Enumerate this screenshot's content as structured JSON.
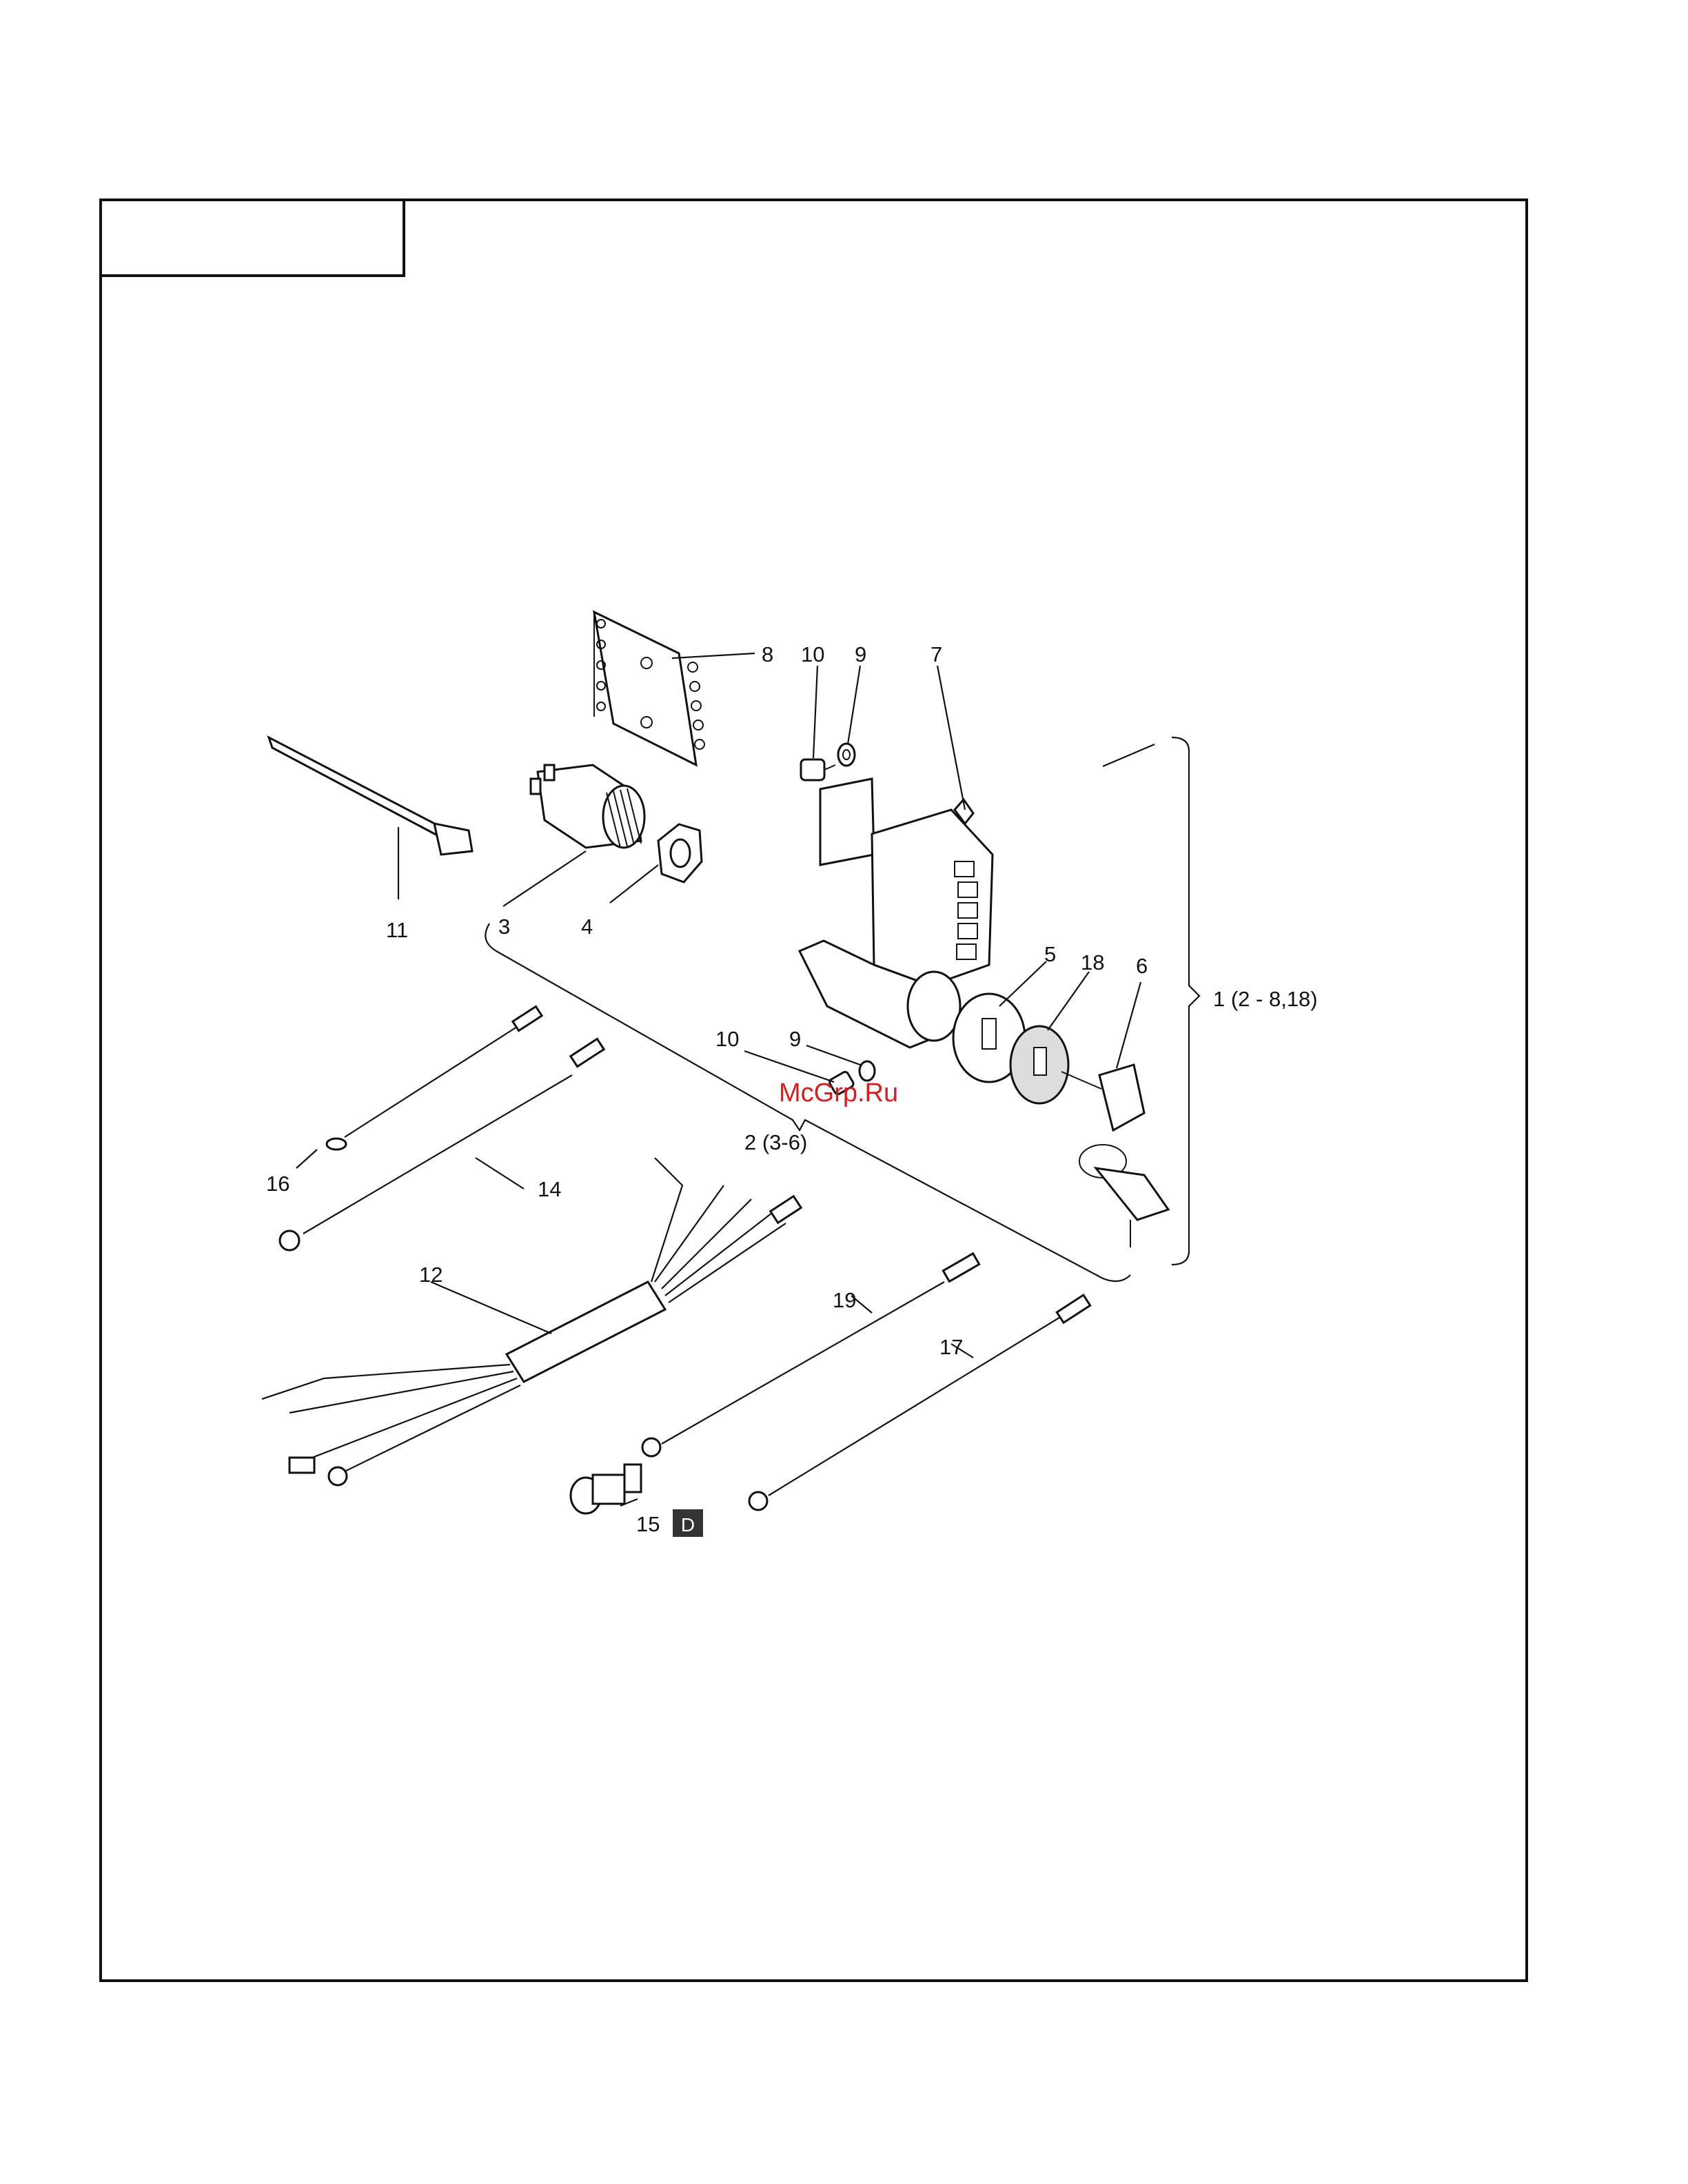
{
  "callouts": {
    "p1": "1 (2 - 8,18)",
    "p2": "2 (3-6)",
    "p3": "3",
    "p4": "4",
    "p5": "5",
    "p6": "6",
    "p7": "7",
    "p8": "8",
    "p9a": "9",
    "p9b": "9",
    "p10a": "10",
    "p10b": "10",
    "p11": "11",
    "p12": "12",
    "p14": "14",
    "p15": "15",
    "p16": "16",
    "p17": "17",
    "p18": "18",
    "p19": "19",
    "badge": "D"
  },
  "watermark": "McGrp.Ru"
}
